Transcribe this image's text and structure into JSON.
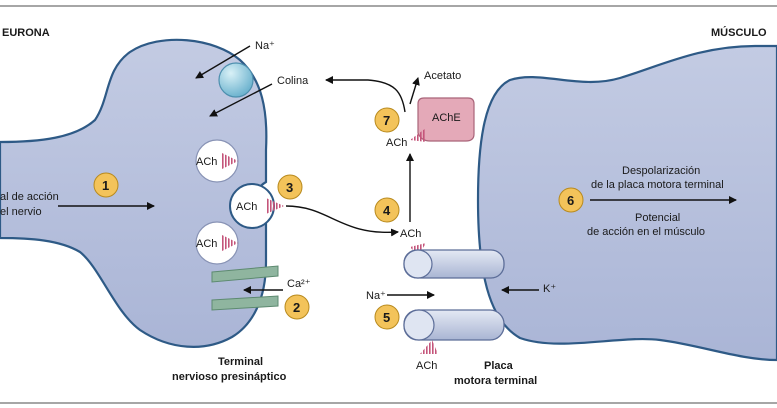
{
  "headers": {
    "neuron": "EURONA",
    "muscle": "MÚSCULO"
  },
  "labels": {
    "na_top": "Na⁺",
    "colina": "Colina",
    "acetato": "Acetato",
    "ache": "AChE",
    "ach": "ACh",
    "action_potential_line1": "al de acción",
    "action_potential_line2": "el nervio",
    "ca": "Ca²⁺",
    "na_channel": "Na⁺",
    "k_channel": "K⁺",
    "depol_line1": "Despolarización",
    "depol_line2": "de la placa motora terminal",
    "muscle_ap_line1": "Potencial",
    "muscle_ap_line2": "de acción en el músculo"
  },
  "steps": [
    "1",
    "2",
    "3",
    "4",
    "5",
    "6",
    "7"
  ],
  "captions": {
    "terminal_line1": "Terminal",
    "terminal_line2": "nervioso presináptico",
    "plate_line1": "Placa",
    "plate_line2": "motora terminal"
  },
  "colors": {
    "membrane": "#9aa7cc",
    "membrane_edge": "#2e5a86",
    "step_circle": "#f3c35a",
    "ache": "#e4a9b8",
    "ach_triangle": "#c4557a",
    "channel": "#c9d3e8",
    "ca_channel": "#8fb59f"
  }
}
